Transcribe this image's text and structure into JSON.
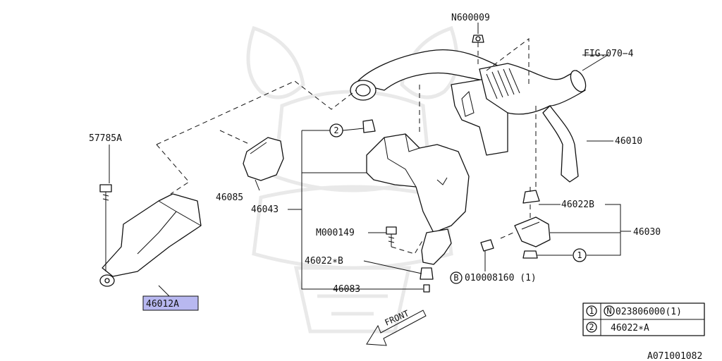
{
  "labels": {
    "n600009": "N600009",
    "fig070": "FIG.070−4",
    "p57785a": "57785A",
    "p46085": "46085",
    "p46043": "46043",
    "m000149": "M000149",
    "p46022b_left": "46022∗B",
    "p46083": "46083",
    "p46010": "46010",
    "p46022b_right": "46022B",
    "p46030": "46030",
    "bolt_b": "010008160 (1)",
    "p46012a": "46012A",
    "front": "FRONT",
    "diagram_id": "A071001082"
  },
  "callouts": {
    "c1": "1",
    "c2": "2",
    "cb": "B",
    "cn": "N"
  },
  "legend": [
    {
      "mark": "1",
      "sub_mark": "N",
      "text": "023806000(1)"
    },
    {
      "mark": "2",
      "sub_mark": "",
      "text": "46022∗A"
    }
  ],
  "colors": {
    "line": "#111111",
    "highlight": "#b8b8f0",
    "watermark": "#e9e9e9"
  }
}
